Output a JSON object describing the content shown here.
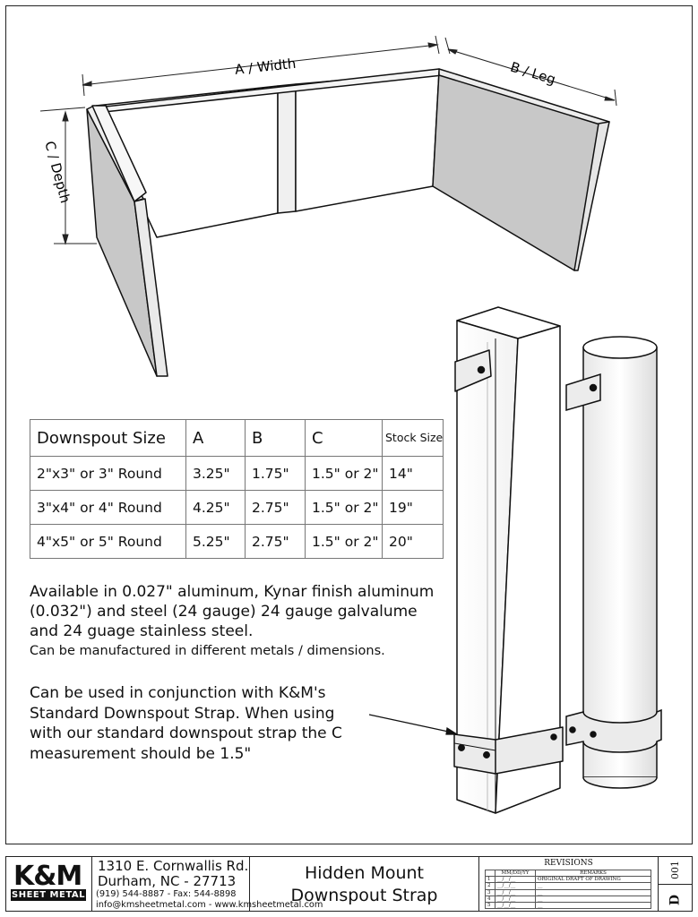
{
  "dimension_labels": {
    "a": "A / Width",
    "b": "B / Leg",
    "c": "C / Depth"
  },
  "table": {
    "headers": [
      "Downspout Size",
      "A",
      "B",
      "C",
      "Stock Size"
    ],
    "rows": [
      [
        "2\"x3\" or 3\" Round",
        "3.25\"",
        "1.75\"",
        "1.5\" or 2\"",
        "14\""
      ],
      [
        "3\"x4\" or 4\" Round",
        "4.25\"",
        "2.75\"",
        "1.5\" or 2\"",
        "19\""
      ],
      [
        "4\"x5\" or 5\" Round",
        "5.25\"",
        "2.75\"",
        "1.5\" or 2\"",
        "20\""
      ]
    ]
  },
  "notes": {
    "material": "Available in 0.027\" aluminum, Kynar finish aluminum (0.032\") and steel (24 gauge) 24 gauge galvalume and 24 guage stainless steel.",
    "custom": "Can be manufactured in different metals / dimensions.",
    "conjunction": "Can be used in conjunction with K&M's Standard Downspout Strap.  When using with our standard downspout strap the C measurement should be 1.5\""
  },
  "title_block": {
    "logo_main": "K&M",
    "logo_sub": "SHEET METAL",
    "address_line1": "1310 E. Cornwallis Rd.",
    "address_line2": "Durham, NC - 27713",
    "phone": "(919) 544-8887 - Fax: 544-8898",
    "contact": "info@kmsheetmetal.com - www.kmsheetmetal.com",
    "title_line1": "Hidden Mount",
    "title_line2": "Downspout Strap",
    "revisions_label": "REVISIONS",
    "rev_col_date": "MM/DD/YY",
    "rev_col_remarks": "REMARKS",
    "rev_rows": [
      {
        "n": "1",
        "date": "__/__/__",
        "remark": "ORIGINAL DRAFT OF DRAWING"
      },
      {
        "n": "2",
        "date": "__/__/__",
        "remark": "__"
      },
      {
        "n": "3",
        "date": "__/__/__",
        "remark": "__"
      },
      {
        "n": "4",
        "date": "__/__/__",
        "remark": "__"
      },
      {
        "n": "5",
        "date": "__/__/__",
        "remark": "__"
      }
    ],
    "sheet_size": "D",
    "sheet_number": "001"
  },
  "colors": {
    "panel_shade": "#c8c8c8",
    "outline": "#111111",
    "accent_red": "#b21a1a"
  }
}
